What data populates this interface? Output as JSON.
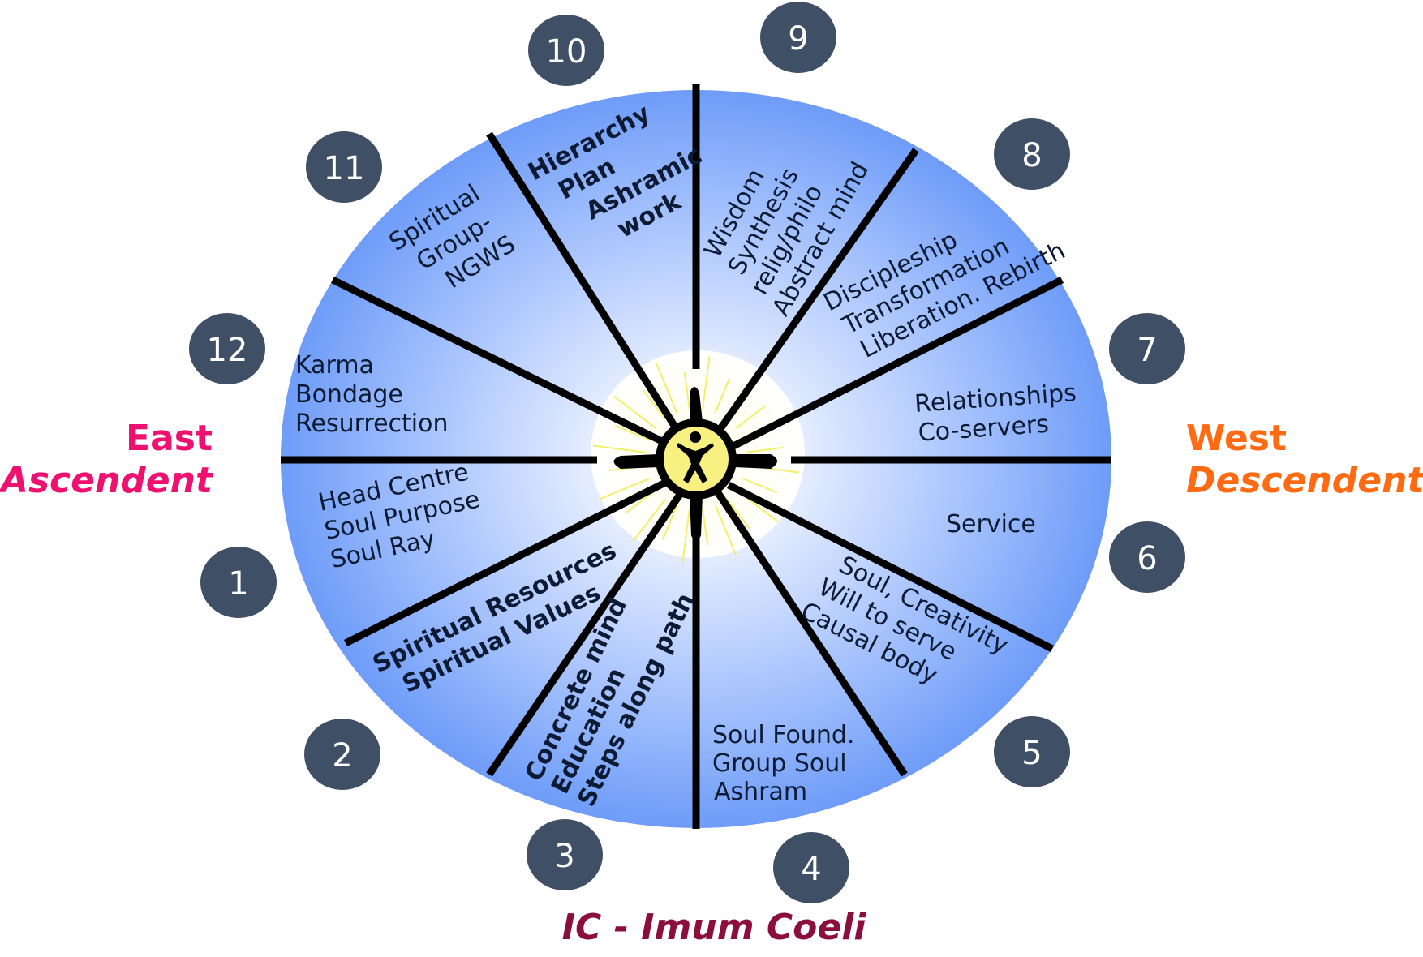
{
  "colors": {
    "wheel_edge": "#6e9cf8",
    "wheel_center": "#ffffff",
    "spoke": "#000000",
    "number_badge": "#3f4f65",
    "east": "#ee1170",
    "west": "#ff6a12",
    "ic": "#8c0f3b",
    "sun": "#f8f080"
  },
  "east": {
    "title": "East",
    "subtitle": "Ascendent"
  },
  "west": {
    "title": "West",
    "subtitle": "Descendent"
  },
  "ic_label": "IC - Imum Coeli",
  "center_icon": "human-figure-sun-icon",
  "houses": [
    {
      "number": "1",
      "lines": [
        "Head Centre",
        "Soul Purpose",
        "Soul Ray"
      ]
    },
    {
      "number": "2",
      "lines": [
        "Spiritual Resources",
        "Spiritual Values"
      ]
    },
    {
      "number": "3",
      "lines": [
        "Concrete mind",
        "Education",
        "Steps along path"
      ]
    },
    {
      "number": "4",
      "lines": [
        "Soul Found.",
        "Group Soul",
        "Ashram"
      ]
    },
    {
      "number": "5",
      "lines": [
        "Soul, Creativity",
        "Will to serve",
        "Causal body"
      ]
    },
    {
      "number": "6",
      "lines": [
        "Service"
      ]
    },
    {
      "number": "7",
      "lines": [
        "Relationships",
        "Co-servers"
      ]
    },
    {
      "number": "8",
      "lines": [
        "Discipleship",
        "Transformation",
        "Liberation. Rebirth"
      ]
    },
    {
      "number": "9",
      "lines": [
        "Wisdom",
        "Synthesis",
        "relig/philo",
        "Abstract mind"
      ]
    },
    {
      "number": "10",
      "lines": [
        "Hierarchy",
        "Plan",
        "Ashramic",
        "work"
      ]
    },
    {
      "number": "11",
      "lines": [
        "Spiritual",
        "Group-",
        "NGWS"
      ]
    },
    {
      "number": "12",
      "lines": [
        "Karma",
        "Bondage",
        "Resurrection"
      ]
    }
  ]
}
